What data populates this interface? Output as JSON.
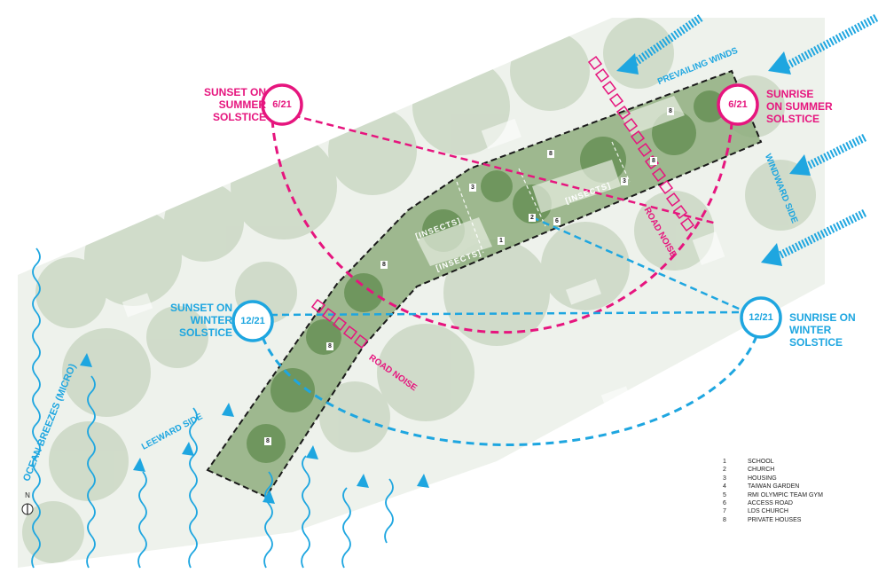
{
  "labels": {
    "sunset_summer": [
      "SUNSET ON",
      "SUMMER",
      "SOLSTICE"
    ],
    "sunrise_summer": [
      "SUNRISE",
      "ON SUMMER",
      "SOLSTICE"
    ],
    "sunset_winter": [
      "SUNSET ON",
      "WINTER",
      "SOLSTICE"
    ],
    "sunrise_winter": [
      "SUNRISE ON",
      "WINTER",
      "SOLSTICE"
    ],
    "summer_date": "6/21",
    "winter_date": "12/21",
    "prevailing_winds": "PREVAILING WINDS",
    "windward_side": "WINDWARD SIDE",
    "leeward_side": "LEEWARD SIDE",
    "ocean_breezes": "OCEAN BREEZES (MICRO)",
    "road_noise": "ROAD NOISE",
    "insects": "INSECTS",
    "north": "N"
  },
  "site_numbers": [
    {
      "text": "8"
    },
    {
      "text": "8"
    },
    {
      "text": "8"
    },
    {
      "text": "3"
    },
    {
      "text": "3"
    },
    {
      "text": "2"
    },
    {
      "text": "6"
    },
    {
      "text": "1"
    },
    {
      "text": "8"
    },
    {
      "text": "8"
    },
    {
      "text": "8"
    }
  ],
  "legend": [
    {
      "num": "1",
      "text": "SCHOOL"
    },
    {
      "num": "2",
      "text": "CHURCH"
    },
    {
      "num": "3",
      "text": "HOUSING"
    },
    {
      "num": "4",
      "text": "TAIWAN GARDEN"
    },
    {
      "num": "5",
      "text": "RMI OLYMPIC TEAM GYM"
    },
    {
      "num": "6",
      "text": "ACCESS ROAD"
    },
    {
      "num": "7",
      "text": "LDS CHURCH"
    },
    {
      "num": "8",
      "text": "PRIVATE HOUSES"
    }
  ],
  "colors": {
    "summer": "#e6157e",
    "winter": "#1ea6e0",
    "boundary": "#1a1a1a",
    "vegetation": "#9bb48a",
    "site": "#5f8a4c"
  }
}
